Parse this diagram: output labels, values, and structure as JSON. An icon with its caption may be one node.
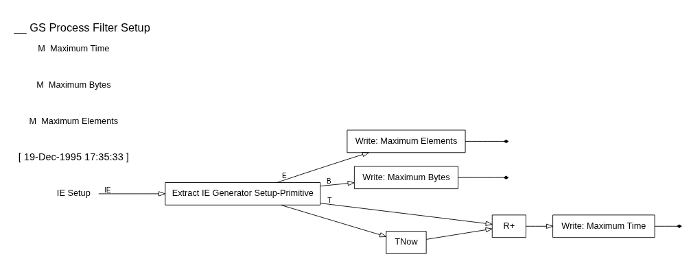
{
  "diagram": {
    "title": "__ GS Process Filter Setup",
    "nodes": [
      {
        "text": [
          "IE Setup"
        ]
      },
      {
        "text": [
          "Extract IE Generator Setup-Primitive"
        ]
      },
      {
        "text": [
          "Write: Maximum Elements"
        ]
      },
      {
        "text": [
          "Write: Maximum Bytes"
        ]
      },
      {
        "text": [
          "R+"
        ]
      },
      {
        "text": [
          "TNow"
        ]
      },
      {
        "text": [
          "Write: Maximum Time"
        ]
      }
    ],
    "edges": [
      {
        "from": 0,
        "to": 1,
        "arrow": "to",
        "label": "IE"
      },
      {
        "from": 1,
        "to": 2,
        "arrow": "to",
        "label": "E"
      },
      {
        "from": 1,
        "to": 3,
        "arrow": "to",
        "label": "B"
      },
      {
        "from": 1,
        "to": 4,
        "arrow": "to",
        "label": "T"
      },
      {
        "from": 1,
        "to": 5,
        "arrow": "to"
      },
      {
        "from": 5,
        "to": 4,
        "arrow": "to"
      },
      {
        "from": 4,
        "to": 6,
        "arrow": "to"
      },
      {
        "from": 2,
        "to": null,
        "arrow": "other"
      },
      {
        "from": 3,
        "to": null,
        "arrow": "other"
      },
      {
        "from": 6,
        "to": null,
        "arrow": "other"
      }
    ],
    "labels": [
      "[ 19-Dec-1995 17:35:33 ]",
      "M",
      "Maximum Elements",
      "M",
      "Maximum Bytes",
      "M",
      "Maximum Time"
    ]
  }
}
